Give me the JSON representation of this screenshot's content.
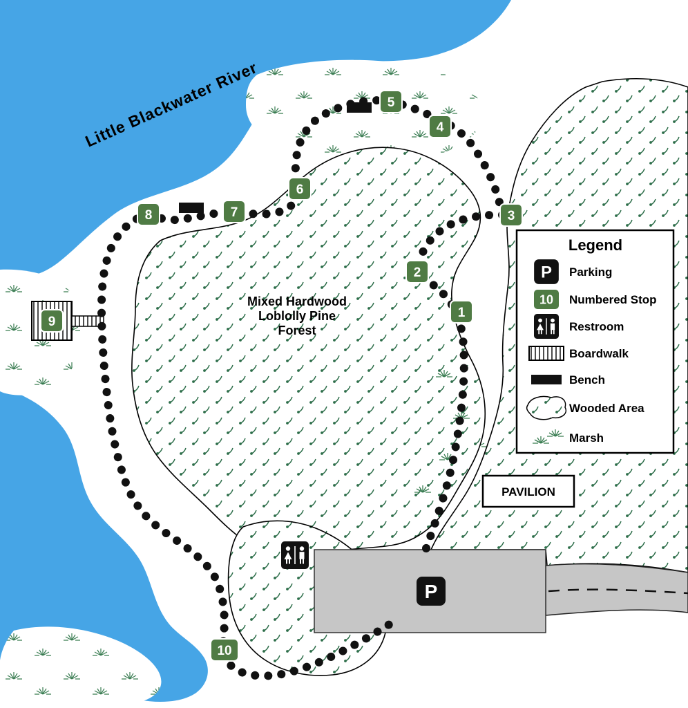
{
  "map": {
    "river_label": "Little Blackwater River",
    "forest_label": [
      "Mixed Hardwood",
      "Loblolly Pine",
      "Forest"
    ],
    "pavilion_label": "PAVILION",
    "parking_symbol": "P",
    "stops": [
      {
        "label": "1"
      },
      {
        "label": "2"
      },
      {
        "label": "3"
      },
      {
        "label": "4"
      },
      {
        "label": "5"
      },
      {
        "label": "6"
      },
      {
        "label": "7"
      },
      {
        "label": "8"
      },
      {
        "label": "9"
      },
      {
        "label": "10"
      }
    ],
    "legend": {
      "title": "Legend",
      "items": [
        {
          "label": "Parking"
        },
        {
          "label": "Numbered Stop",
          "badge": "10"
        },
        {
          "label": "Restroom"
        },
        {
          "label": "Boardwalk"
        },
        {
          "label": "Bench"
        },
        {
          "label": "Wooded Area"
        },
        {
          "label": "Marsh"
        }
      ]
    },
    "colors": {
      "water": "#46a5e6",
      "stop_badge": "#4f7b44",
      "woods_symbol": "#2d6e4a",
      "marsh_symbol": "#3a7d52",
      "parking_lot": "#c6c6c6"
    }
  }
}
